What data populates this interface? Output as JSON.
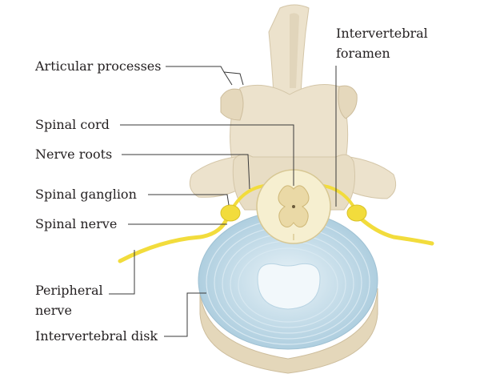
{
  "labels": {
    "articular_processes": "Articular processes",
    "spinal_cord": "Spinal cord",
    "nerve_roots": "Nerve roots",
    "spinal_ganglion": "Spinal ganglion",
    "spinal_nerve": "Spinal nerve",
    "peripheral_nerve_line1": "Peripheral",
    "peripheral_nerve_line2": "nerve",
    "intervertebral_disk": "Intervertebral disk",
    "intervertebral_foramen_line1": "Intervertebral",
    "intervertebral_foramen_line2": "foramen"
  },
  "colors": {
    "bone": "#ece2cc",
    "bone_shadow": "#d9ccb2",
    "disk": "#bcd8e6",
    "disk_ring": "#cfe3ee",
    "nerve": "#f2dc3c",
    "cord": "#f6efd0",
    "leader": "#3a3a3a"
  }
}
